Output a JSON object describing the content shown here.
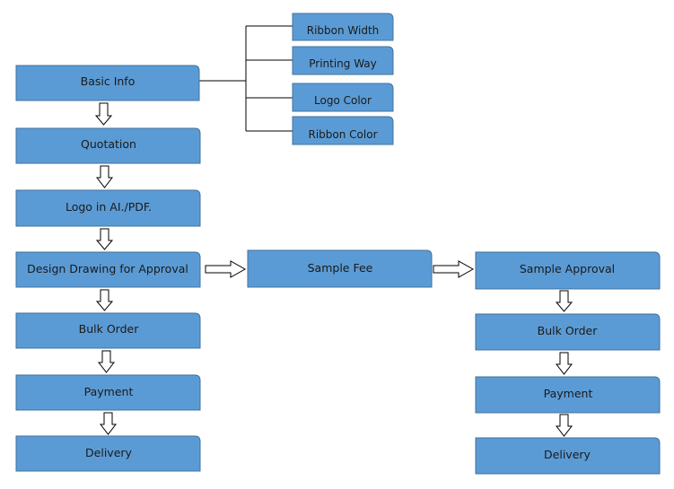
{
  "colors": {
    "box_fill": "#5B9BD5",
    "box_stroke": "#41719C",
    "connector": "#000000",
    "arrow_fill": "#ffffff",
    "text": "#1a1a1a"
  },
  "left_column": [
    {
      "id": "basic-info",
      "label": "Basic Info"
    },
    {
      "id": "quotation",
      "label": "Quotation"
    },
    {
      "id": "logo-in-ai-pdf",
      "label": "Logo in AI./PDF."
    },
    {
      "id": "design-drawing-for-approval",
      "label": "Design Drawing for Approval"
    },
    {
      "id": "bulk-order",
      "label": "Bulk Order"
    },
    {
      "id": "payment",
      "label": "Payment"
    },
    {
      "id": "delivery",
      "label": "Delivery"
    }
  ],
  "details": [
    {
      "id": "ribbon-width",
      "label": "Ribbon Width"
    },
    {
      "id": "printing-way",
      "label": "Printing Way"
    },
    {
      "id": "logo-color",
      "label": "Logo Color"
    },
    {
      "id": "ribbon-color",
      "label": "Ribbon Color"
    }
  ],
  "middle": {
    "id": "sample-fee",
    "label": "Sample Fee"
  },
  "right_column": [
    {
      "id": "sample-approval",
      "label": "Sample Approval"
    },
    {
      "id": "bulk-order",
      "label": "Bulk Order"
    },
    {
      "id": "payment",
      "label": "Payment"
    },
    {
      "id": "delivery",
      "label": "Delivery"
    }
  ]
}
